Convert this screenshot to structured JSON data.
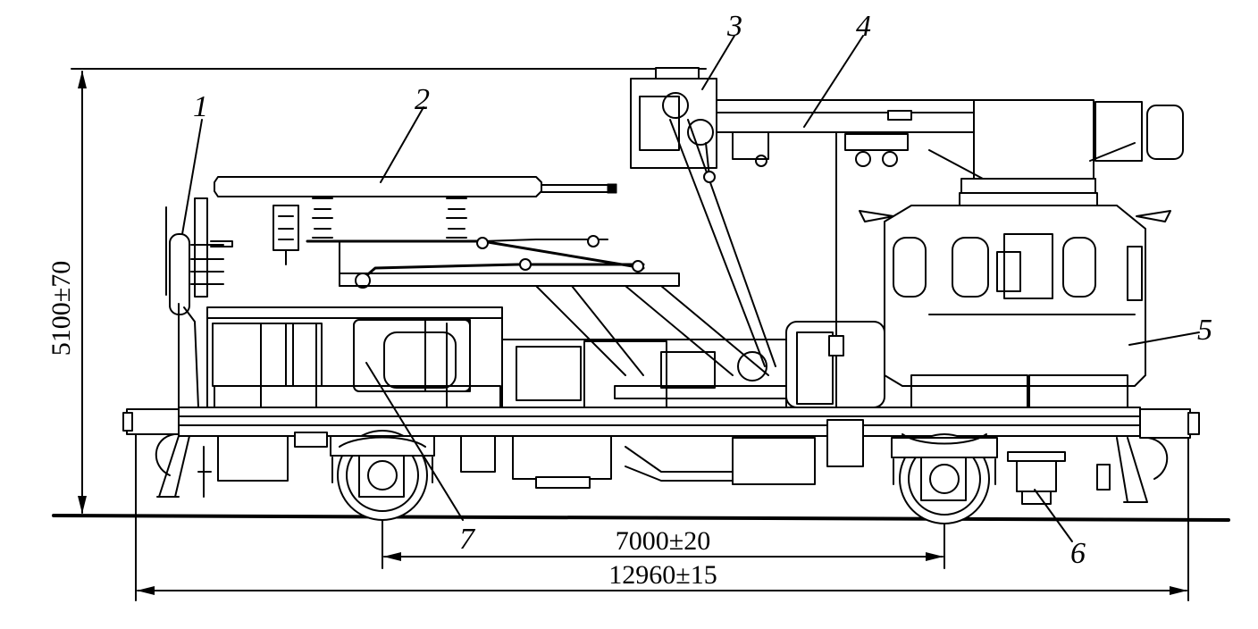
{
  "callouts": [
    {
      "id": "c1",
      "label": "1"
    },
    {
      "id": "c2",
      "label": "2"
    },
    {
      "id": "c3",
      "label": "3"
    },
    {
      "id": "c4",
      "label": "4"
    },
    {
      "id": "c5",
      "label": "5"
    },
    {
      "id": "c6",
      "label": "6"
    },
    {
      "id": "c7",
      "label": "7"
    }
  ],
  "dimensions": {
    "height": "5100±70",
    "wheelbase": "7000±20",
    "overall_length": "12960±15"
  }
}
